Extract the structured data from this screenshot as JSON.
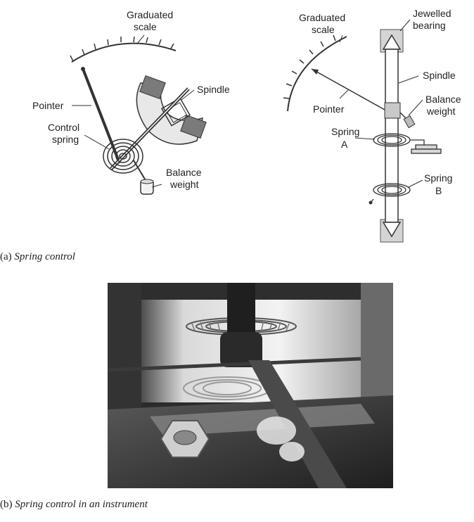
{
  "diagram_a_left": {
    "graduated_scale": [
      "Graduated",
      "scale"
    ],
    "spindle": "Spindle",
    "pointer": "Pointer",
    "control_spring": [
      "Control",
      "spring"
    ],
    "balance_weight": [
      "Balance",
      "weight"
    ]
  },
  "diagram_a_right": {
    "graduated_scale": [
      "Graduated",
      "scale"
    ],
    "jewelled_bearing": [
      "Jewelled",
      "bearing"
    ],
    "spindle": "Spindle",
    "balance_weight": [
      "Balance",
      "weight"
    ],
    "pointer": "Pointer",
    "spring_a": [
      "Spring",
      "A"
    ],
    "spring_b": [
      "Spring",
      "B"
    ]
  },
  "caption_a": {
    "prefix": "(a) ",
    "text": "Spring control"
  },
  "caption_b": {
    "prefix": "(b) ",
    "text": "Spring control in an instrument"
  }
}
